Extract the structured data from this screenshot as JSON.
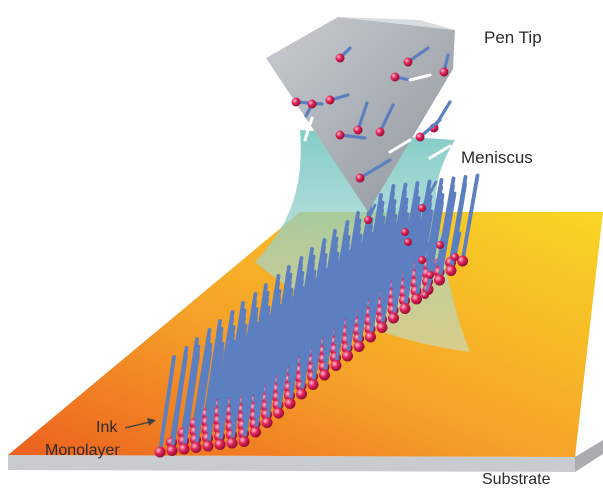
{
  "labels": {
    "pen_tip": "Pen Tip",
    "meniscus": "Meniscus",
    "ink_line1": "Ink",
    "ink_line2": "Monolayer",
    "substrate": "Substrate"
  },
  "colors": {
    "substrate_orange": "#f07a22",
    "substrate_yellow": "#f8cf24",
    "pen_gray": "#aeb4ba",
    "meniscus_teal": "#7cc7c3",
    "molecule_head": "#d8174f",
    "molecule_tail": "#5b7fc0"
  }
}
